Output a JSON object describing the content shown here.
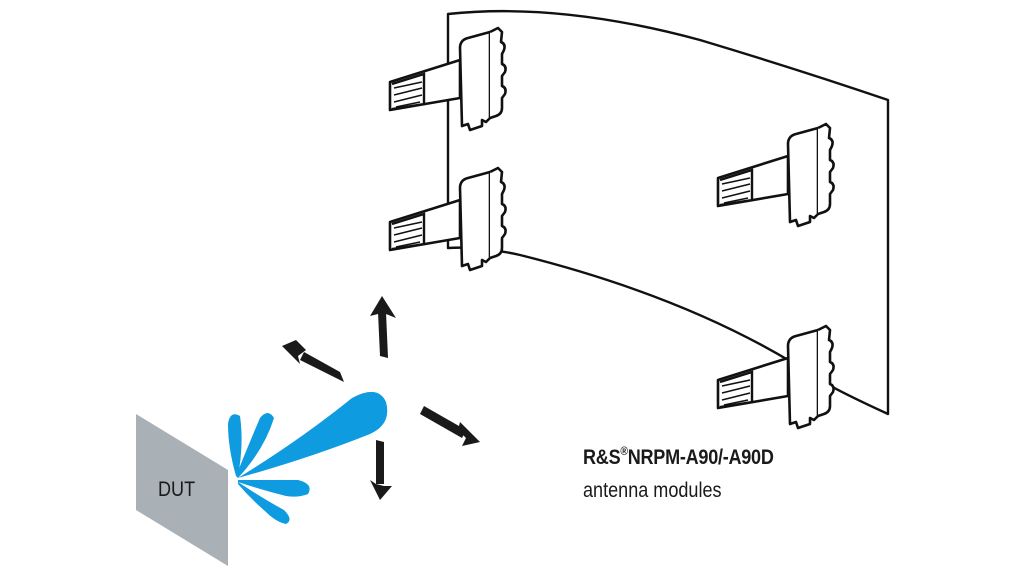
{
  "diagram": {
    "title": "R&S®NRPM-A90/-A90D antenna modules",
    "product_label": {
      "brand": "R&S",
      "registered_mark": "®",
      "model": "NRPM-A90/-A90D",
      "description": "antenna modules"
    },
    "dut": {
      "label": "DUT"
    },
    "antenna_modules_count": 4,
    "beam_lobes_count": 5,
    "movement_arrows": [
      "up",
      "up-left",
      "down-right",
      "down"
    ],
    "colors": {
      "beam": "#0f9be0",
      "dut_panel": "#a9b0b6",
      "lines": "#111111",
      "arrows": "#1a1a1a",
      "text": "#1a1a1a",
      "background": "#ffffff"
    }
  }
}
